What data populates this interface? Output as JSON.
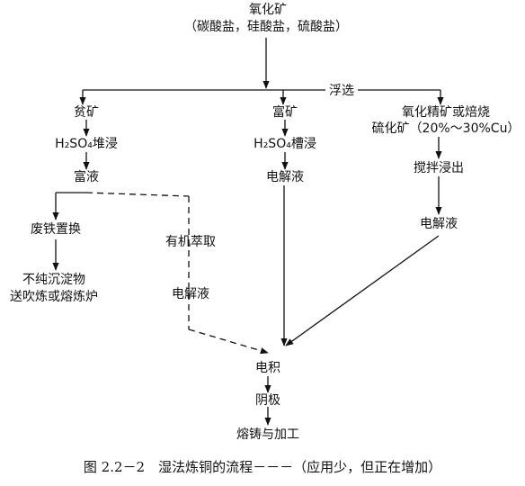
{
  "nodes": {
    "ore": "氧化矿",
    "ore_note": "（碳酸盐，硅酸盐，硫酸盐）",
    "flotation": "浮选",
    "lean_ore": "贫矿",
    "heap_leach": "H₂SO₄堆浸",
    "rich_liquor": "富液",
    "scrap_iron": "废铁置换",
    "impure_line1": "不纯沉淀物",
    "impure_line2": "送吹炼或熔炼炉",
    "solvent_extract": "有机萃取",
    "electrolyte_left": "电解液",
    "rich_ore": "富矿",
    "tank_leach": "H₂SO₄槽浸",
    "electrolyte_mid": "电解液",
    "conc_line1": "氧化精矿或焙烧",
    "conc_line2": "硫化矿（20%～30%Cu）",
    "agitation": "搅拌浸出",
    "electrolyte_right": "电解液",
    "electrowin": "电积",
    "cathode": "阴极",
    "casting": "熔铸与加工"
  },
  "caption": "图 2.2－2　湿法炼铜的流程－－－（应用少，但正在增加）"
}
